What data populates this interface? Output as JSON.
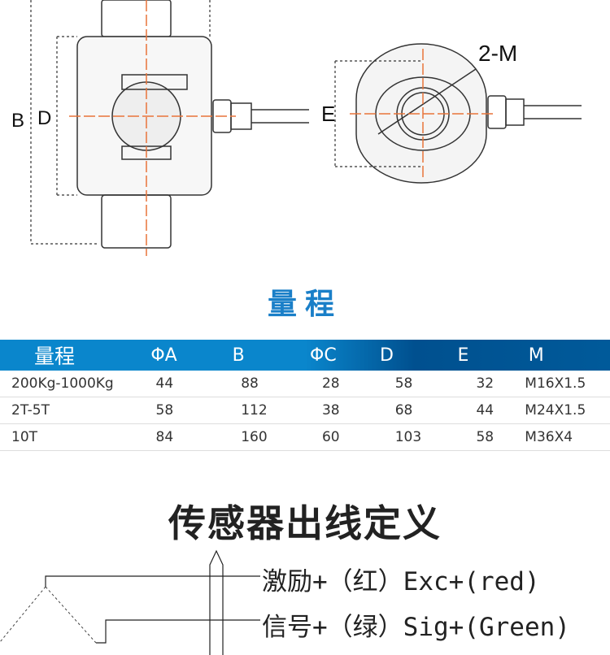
{
  "drawing": {
    "label_b": "B",
    "label_d": "D",
    "label_e": "E",
    "label_2m": "2-M"
  },
  "title": "量程",
  "table": {
    "headers": [
      "量程",
      "ΦA",
      "B",
      "ΦC",
      "D",
      "E",
      "M"
    ],
    "rows": [
      [
        "200Kg-1000Kg",
        "44",
        "88",
        "28",
        "58",
        "32",
        "M16X1.5"
      ],
      [
        "2T-5T",
        "58",
        "112",
        "38",
        "68",
        "44",
        "M24X1.5"
      ],
      [
        "10T",
        "84",
        "160",
        "60",
        "103",
        "58",
        "M36X4"
      ]
    ]
  },
  "wiring": {
    "title": "传感器出线定义",
    "lines": [
      "激励+（红）Exc+(red)",
      "信号+（绿）Sig+(Green)"
    ]
  },
  "colors": {
    "accent": "#1a7fc8",
    "header_bg": "#0a86cc",
    "centerline": "#e8743a"
  }
}
